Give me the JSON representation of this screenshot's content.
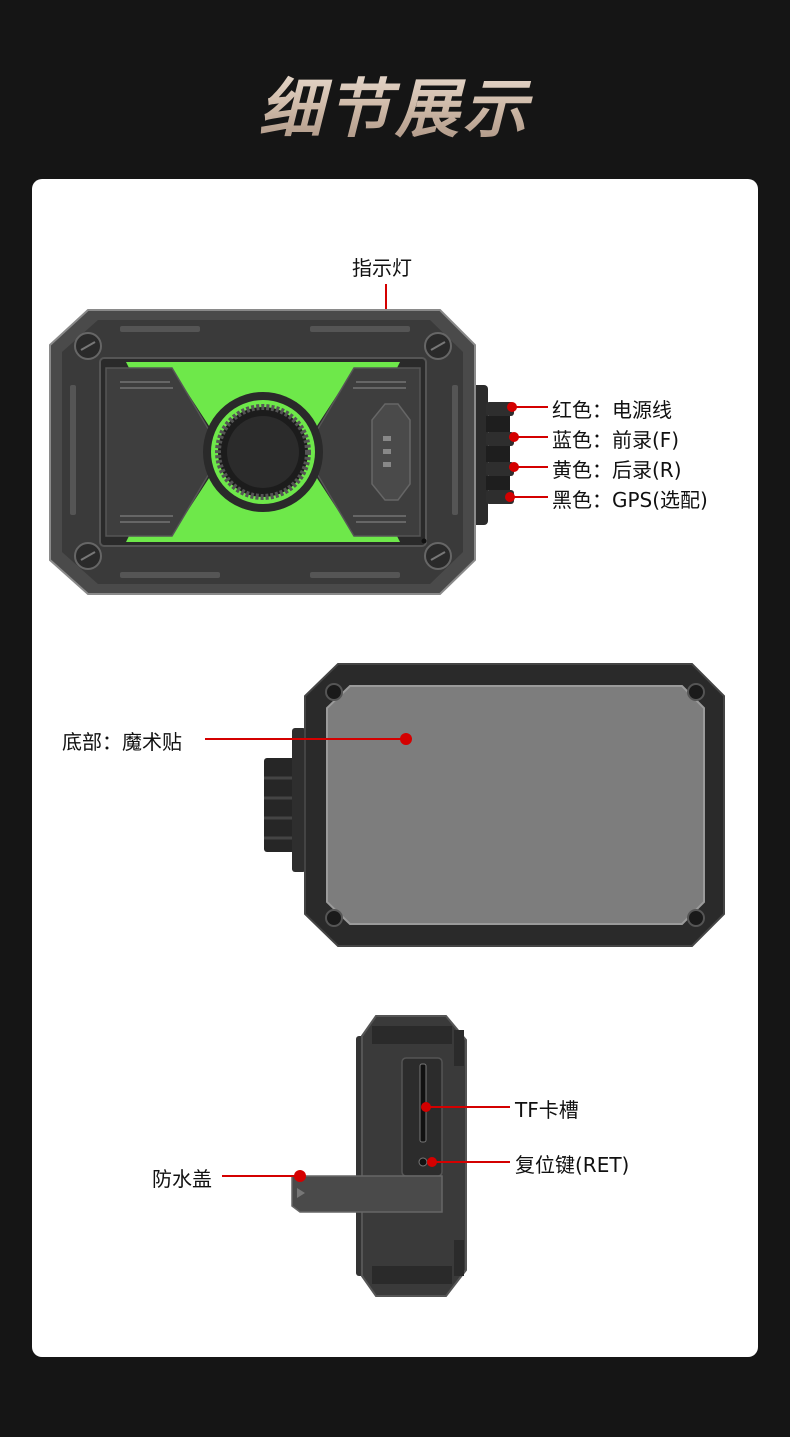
{
  "title": "细节展示",
  "callouts": {
    "indicator": "指示灯",
    "red": "红色：电源线",
    "blue": "蓝色：前录(F)",
    "yellow": "黄色：后录(R)",
    "black": "黑色：GPS(选配)",
    "bottom": "底部：魔术贴",
    "tf_slot": "TF卡槽",
    "reset": "复位键(RET)",
    "waterproof": "防水盖"
  },
  "colors": {
    "background": "#151515",
    "panel": "#ffffff",
    "accent_green": "#6ee84a",
    "callout_red": "#d40000",
    "device_body": "#3a3a3a"
  }
}
